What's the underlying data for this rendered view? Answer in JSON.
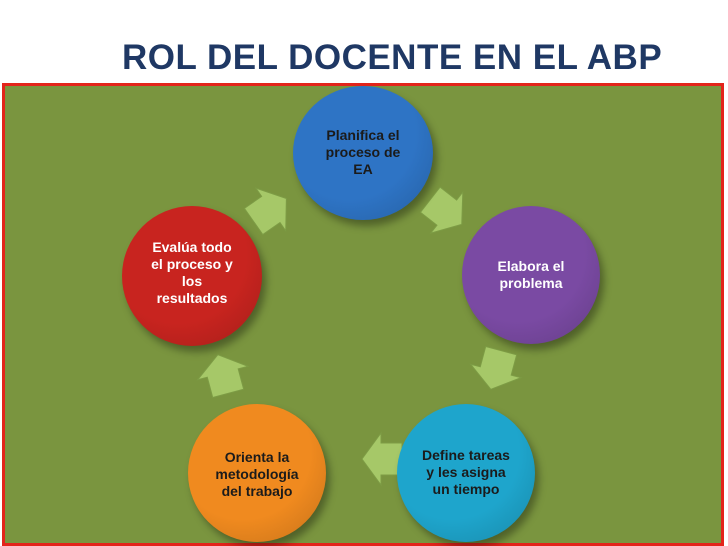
{
  "title": "ROL DEL DOCENTE EN EL ABP",
  "colors": {
    "title": "#1f3864",
    "panel_background": "#7a953f",
    "panel_border": "#e3241b",
    "arrow": "#a6c868"
  },
  "nodes": [
    {
      "label": "Planifica el\nproceso de\nEA",
      "color": "#2e74c5",
      "text_color": "#1b1b1b"
    },
    {
      "label": "Elabora el\nproblema",
      "color": "#7a4aa3",
      "text_color": "#ffffff"
    },
    {
      "label": "Define tareas\ny les asigna\nun  tiempo",
      "color": "#1ea5cc",
      "text_color": "#1b1b1b"
    },
    {
      "label": "Orienta  la\nmetodología\ndel trabajo",
      "color": "#f08a1f",
      "text_color": "#1b1b1b"
    },
    {
      "label": "Evalúa  todo\nel proceso y\nlos\nresultados",
      "color": "#c8241f",
      "text_color": "#ffffff"
    }
  ]
}
